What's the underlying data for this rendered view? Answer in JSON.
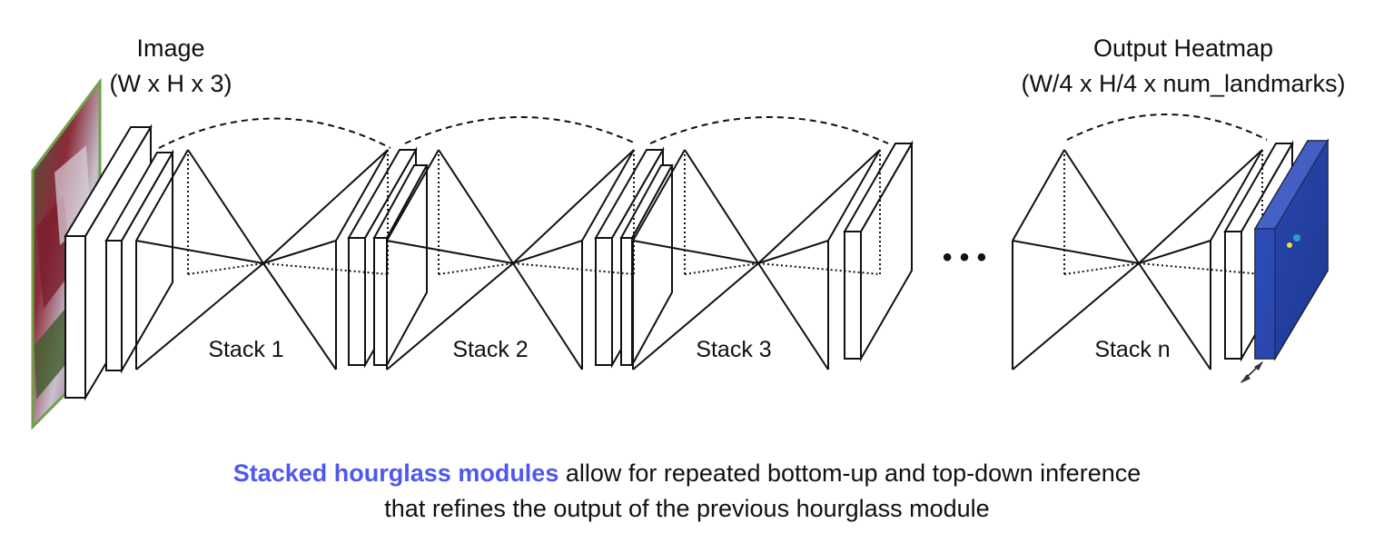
{
  "input": {
    "title": "Image",
    "dims": "(W x H x 3)"
  },
  "output": {
    "title": "Output Heatmap",
    "dims": "(W/4 x H/4 x num_landmarks)"
  },
  "stacks": [
    "Stack 1",
    "Stack 2",
    "Stack 3",
    "Stack n"
  ],
  "ellipsis": "• • •",
  "caption": {
    "highlight": "Stacked hourglass modules",
    "rest1": " allow for repeated bottom-up and top-down inference",
    "line2": "that refines the output of the previous hourglass module"
  },
  "colors": {
    "highlight": "#4f57ee",
    "heatmap": "#2a48b0",
    "image_border": "#6fa14a",
    "lines": "#111111"
  }
}
